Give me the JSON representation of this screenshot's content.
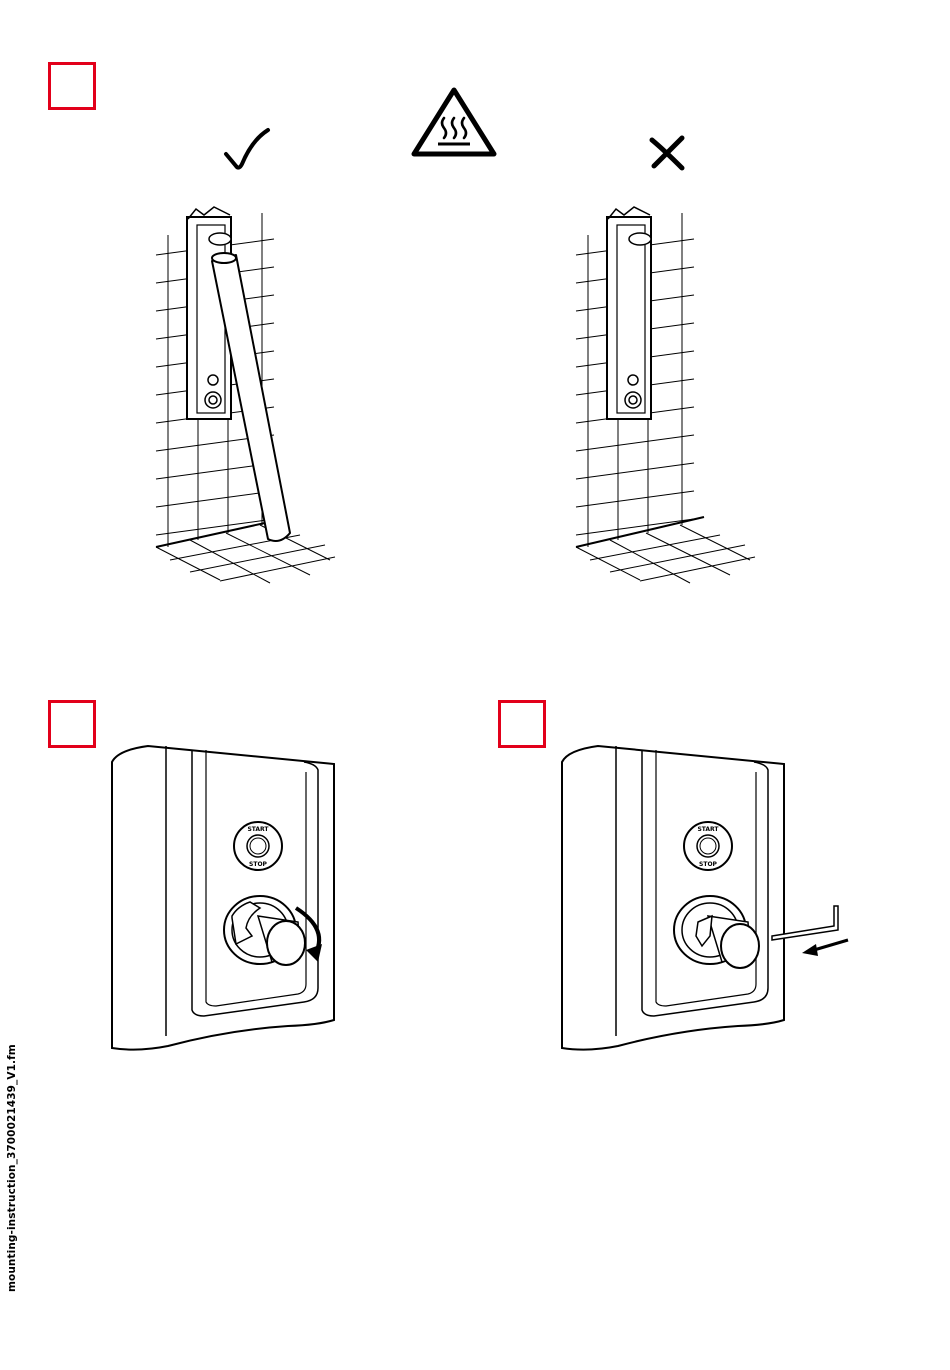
{
  "document": {
    "file_label": "mounting-instruction_3700021439_V1.fm"
  },
  "step1": {
    "correct_icon": "checkmark-icon",
    "warning_icon": "hot-surface-warning-icon",
    "incorrect_icon": "cross-icon"
  },
  "step2": {
    "button_top_text": "START",
    "button_bottom_text": "STOP",
    "action_icon": "rotate-arrow-icon"
  },
  "step3": {
    "button_top_text": "START",
    "button_bottom_text": "STOP",
    "tool_icon": "hex-key-icon",
    "action_icon": "pull-arrow-icon"
  },
  "colors": {
    "step_box_border": "#e2001a",
    "line_art": "#000000"
  }
}
